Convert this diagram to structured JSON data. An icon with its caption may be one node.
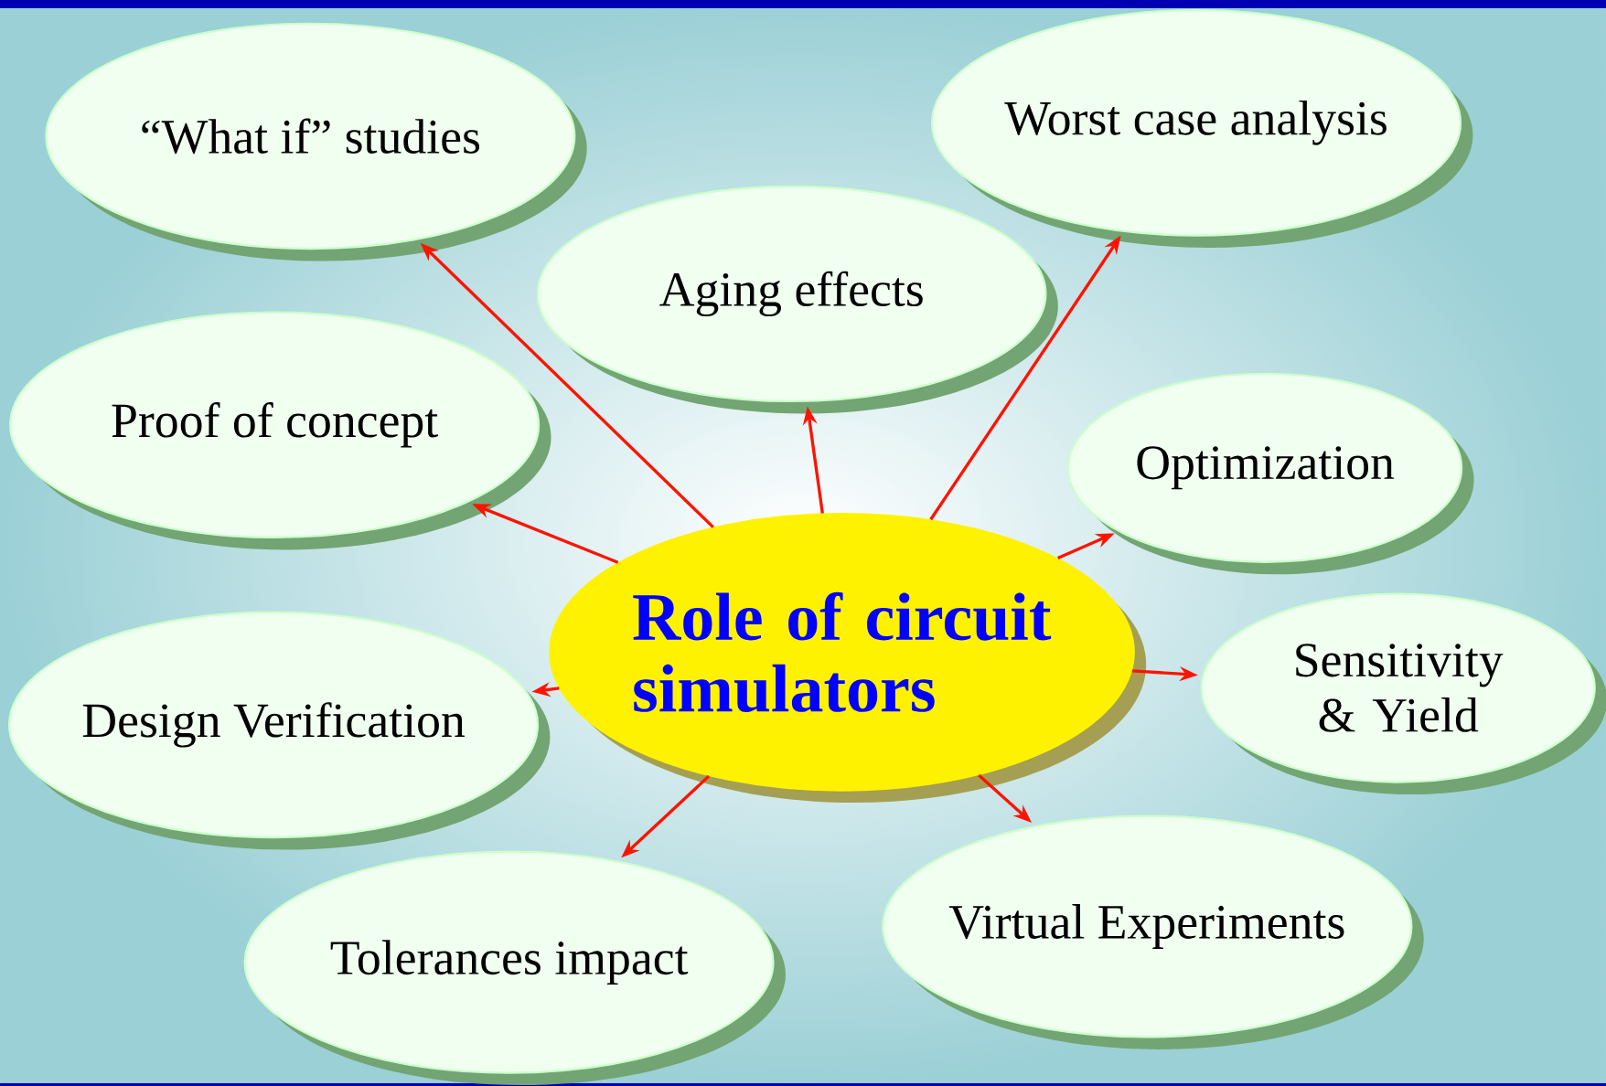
{
  "diagram": {
    "nodes": [
      {
        "text": [
          "Role of circuit simulators"
        ]
      },
      {
        "text": [
          "“What if” studies"
        ]
      },
      {
        "text": [
          "Worst case analysis"
        ]
      },
      {
        "text": [
          "Aging effects"
        ]
      },
      {
        "text": [
          "Proof of concept"
        ]
      },
      {
        "text": [
          "Optimization"
        ]
      },
      {
        "text": [
          "Sensitivity & Yield"
        ]
      },
      {
        "text": [
          "Design Verification"
        ]
      },
      {
        "text": [
          "Tolerances impact"
        ]
      },
      {
        "text": [
          "Virtual Experiments"
        ]
      }
    ],
    "edges": [
      {
        "from": 0,
        "to": 1,
        "arrow": "to"
      },
      {
        "from": 0,
        "to": 2,
        "arrow": "to"
      },
      {
        "from": 0,
        "to": 3,
        "arrow": "to"
      },
      {
        "from": 0,
        "to": 4,
        "arrow": "to"
      },
      {
        "from": 0,
        "to": 5,
        "arrow": "to"
      },
      {
        "from": 0,
        "to": 6,
        "arrow": "to"
      },
      {
        "from": 0,
        "to": 7,
        "arrow": "to"
      },
      {
        "from": 0,
        "to": 8,
        "arrow": "to"
      },
      {
        "from": 0,
        "to": 9,
        "arrow": "to"
      }
    ]
  }
}
